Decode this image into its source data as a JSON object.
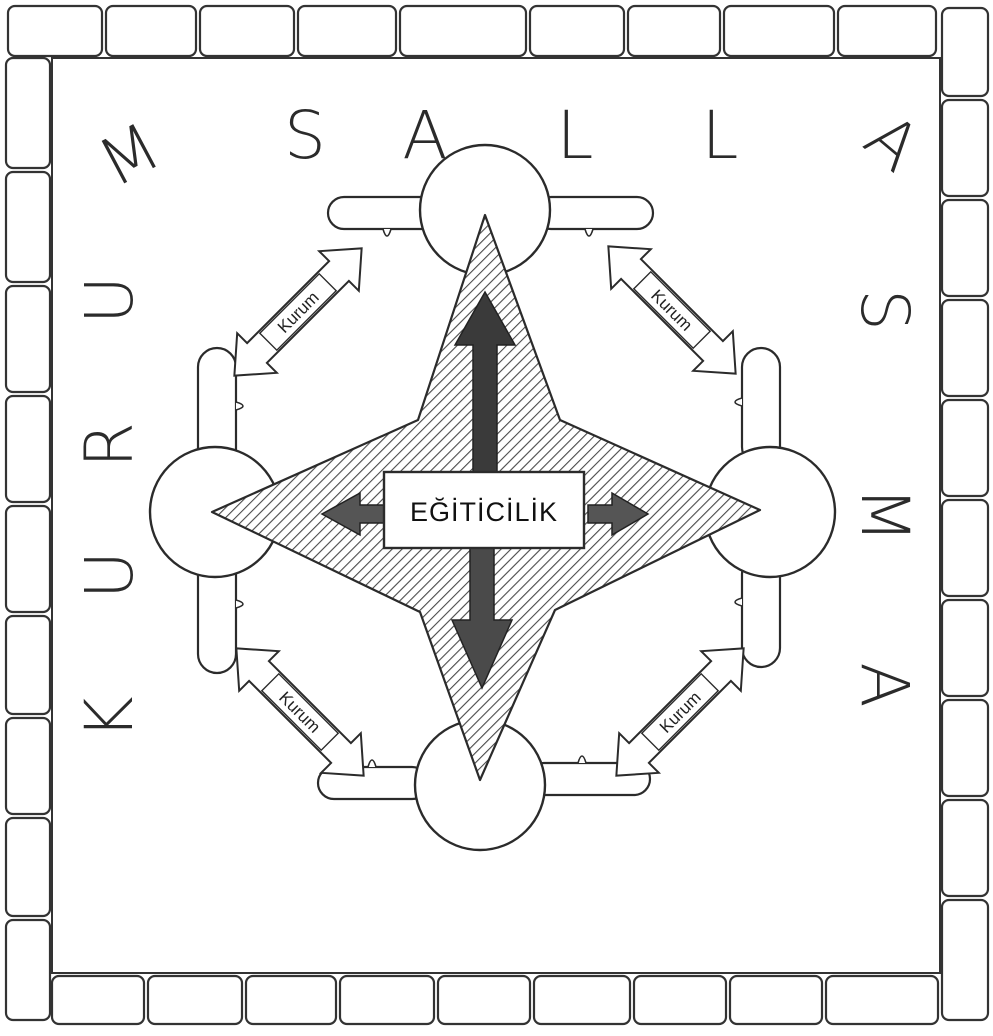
{
  "border_text": {
    "top": [
      "M",
      "S",
      "A",
      "L",
      "L",
      "A"
    ],
    "left": [
      "K",
      "U",
      "R",
      "U"
    ],
    "right": [
      "S",
      "M",
      "A"
    ]
  },
  "center_label": "EĞİTİCİLİK",
  "arrow_labels": {
    "top_left": "Kurum",
    "top_right": "Kurum",
    "bottom_left": "Kurum",
    "bottom_right": "Kurum"
  },
  "colors": {
    "ink": "#2b2b2b",
    "hatch": "#555555",
    "arrow_fill": "#3a3a3a",
    "paper": "#ffffff"
  }
}
